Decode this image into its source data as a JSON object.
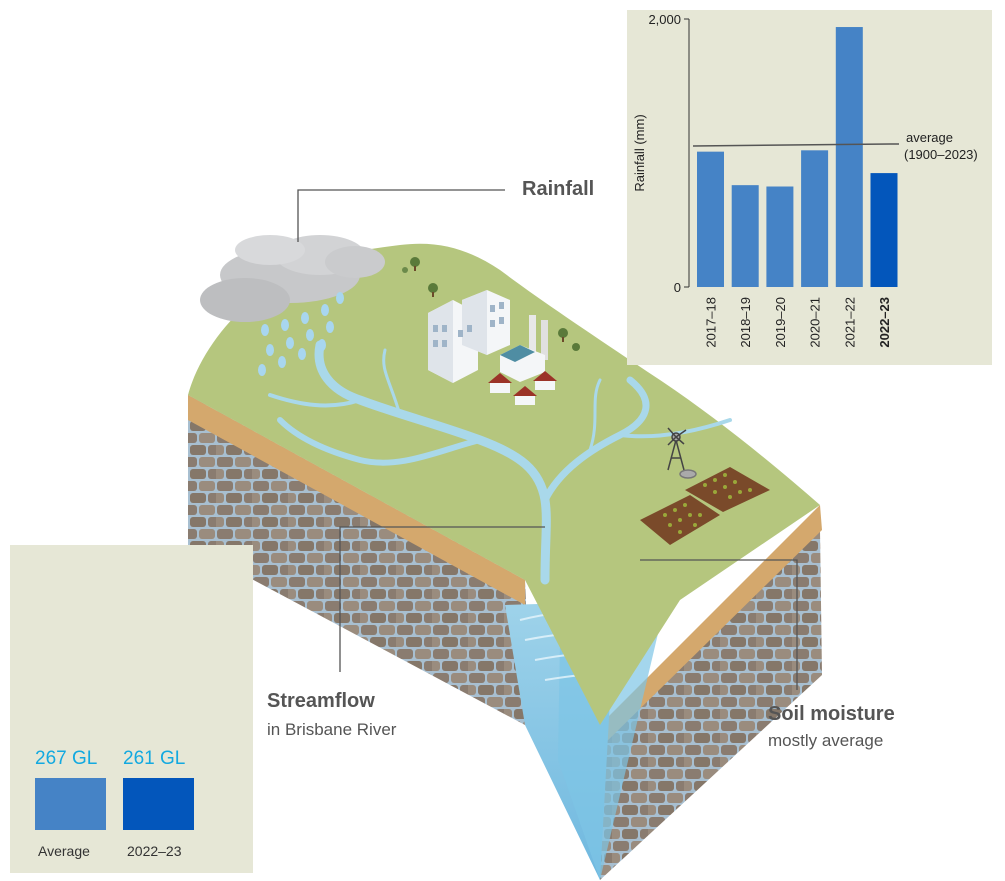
{
  "labels": {
    "rainfall": "Rainfall",
    "streamflow_title": "Streamflow",
    "streamflow_sub": "in Brisbane River",
    "soil_title": "Soil moisture",
    "soil_sub": "mostly average"
  },
  "streamflow_comparison": {
    "items": [
      {
        "value_text": "267 GL",
        "caption": "Average",
        "value": 267,
        "color": "#4583c6"
      },
      {
        "value_text": "261 GL",
        "caption": "2022–23",
        "value": 261,
        "color": "#0356bb"
      }
    ],
    "value_color": "#12a9e0"
  },
  "colors": {
    "panel": "#e6e7d6",
    "bar": "#4583c6",
    "bar_highlight": "#0356bb",
    "land": "#b5c67e",
    "water": "#a9d8ea",
    "rock": "#9a8c7e"
  },
  "icons": [
    "cloud-icon",
    "rain-drops-icon",
    "building-icon",
    "factory-icon",
    "house-icon",
    "windmill-icon",
    "crop-field-icon",
    "tree-icon"
  ],
  "chart_data": {
    "type": "bar",
    "categories": [
      "2017–18",
      "2018–19",
      "2019–20",
      "2020–21",
      "2021–22",
      "2022–23"
    ],
    "values": [
      1010,
      760,
      750,
      1020,
      1940,
      850
    ],
    "highlight_category": "2022–23",
    "ylabel": "Rainfall (mm)",
    "ylim": [
      0,
      2000
    ],
    "yticks": [
      {
        "value": 0,
        "label": "0"
      },
      {
        "value": 2000,
        "label": "2,000"
      }
    ],
    "reference_line": {
      "value": 1060,
      "label_line1": "average",
      "label_line2": "(1900–2023)"
    },
    "grid": false
  }
}
